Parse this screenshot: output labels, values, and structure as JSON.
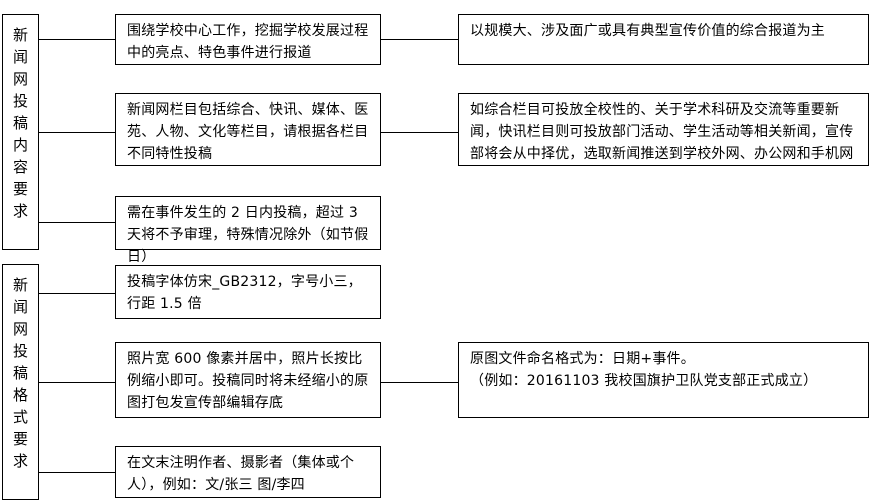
{
  "sections": [
    {
      "category": [
        "新",
        "闻",
        "网",
        "投",
        "稿",
        "内",
        "容",
        "要",
        "求"
      ],
      "items": [
        {
          "text": "围绕学校中心工作，挖掘学校发展过程中的亮点、特色事件进行报道",
          "detail": "以规模大、涉及面广或具有典型宣传价值的综合报道为主"
        },
        {
          "text": "新闻网栏目包括综合、快讯、媒体、医苑、人物、文化等栏目，请根据各栏目不同特性投稿",
          "detail": "如综合栏目可投放全校性的、关于学术科研及交流等重要新闻，快讯栏目则可投放部门活动、学生活动等相关新闻，宣传部将会从中择优，选取新闻推送到学校外网、办公网和手机网"
        },
        {
          "text": "需在事件发生的 2 日内投稿，超过 3 天将不予审理，特殊情况除外（如节假日）"
        }
      ]
    },
    {
      "category": [
        "新",
        "闻",
        "网",
        "投",
        "稿",
        "格",
        "式",
        "要",
        "求"
      ],
      "items": [
        {
          "text": "投稿字体仿宋_GB2312，字号小三，行距 1.5 倍"
        },
        {
          "text": "照片宽 600 像素并居中，照片长按比例缩小即可。投稿同时将未经缩小的原图打包发宣传部编辑存底",
          "detail_lines": [
            "原图文件命名格式为：日期+事件。",
            "（例如：20161103 我校国旗护卫队党支部正式成立）"
          ]
        },
        {
          "text": "在文末注明作者、摄影者（集体或个人），例如：文/张三 图/李四"
        }
      ]
    }
  ]
}
